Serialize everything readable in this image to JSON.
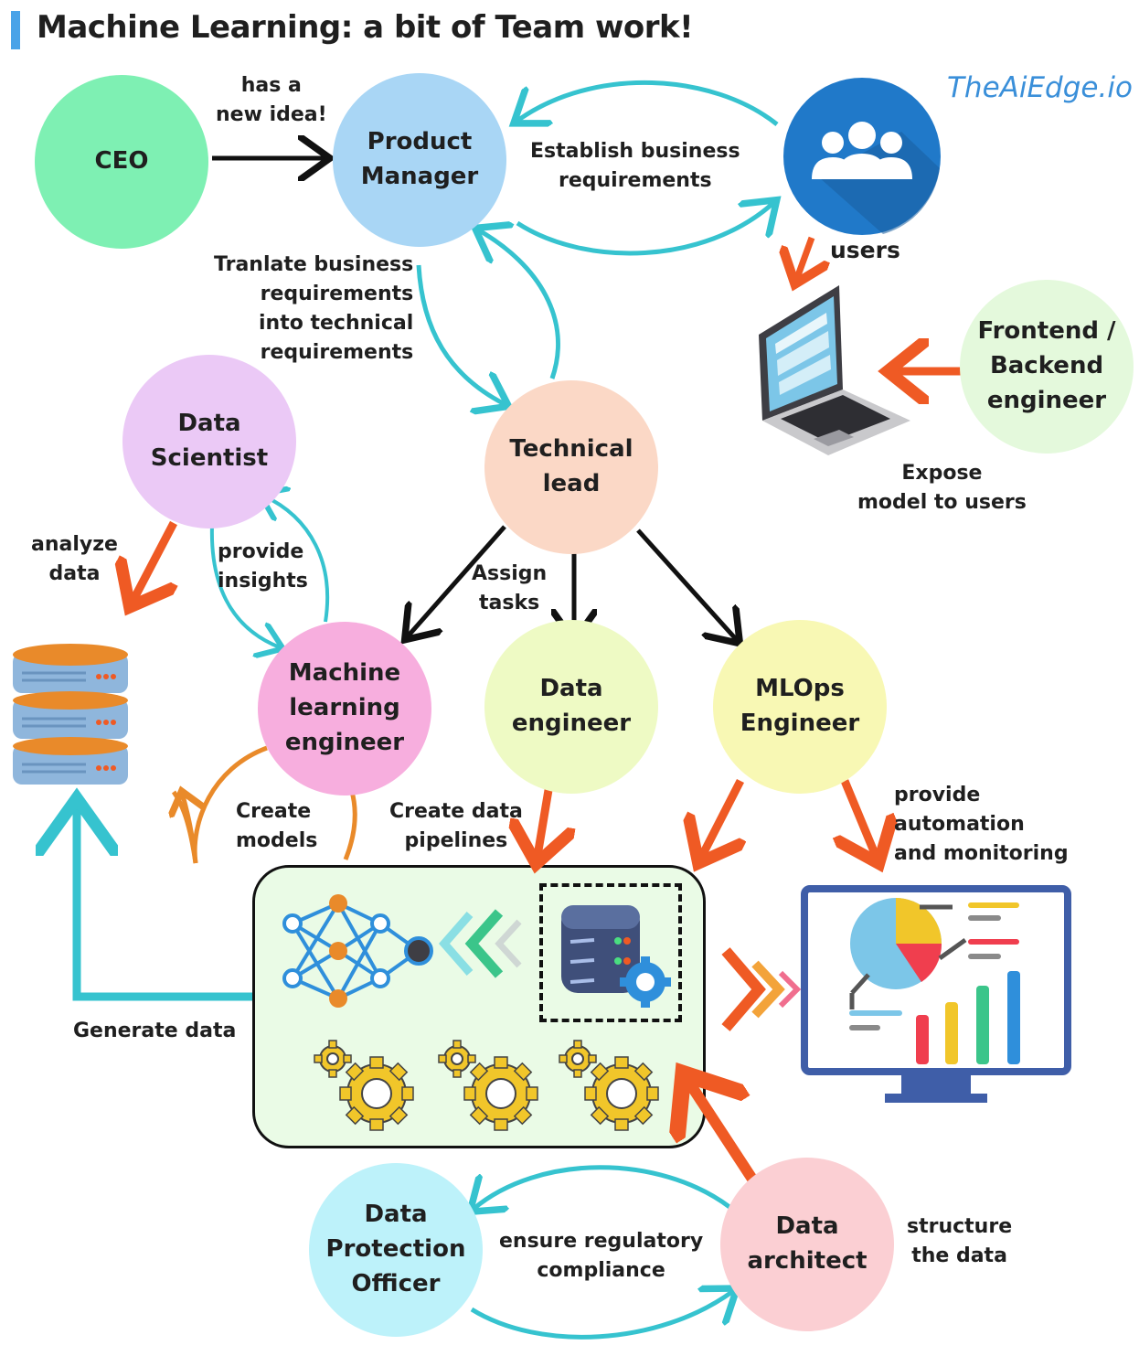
{
  "title": "Machine Learning: a bit of Team work!",
  "brand": "TheAiEdge.io",
  "colors": {
    "cyan_arrow": "#36c3cf",
    "orange_arrow": "#ef5a24",
    "black_arrow": "#111111",
    "ml_box": "#eafbe6",
    "ceo": "#7ef0b3",
    "product_manager": "#a9d6f5",
    "technical_lead": "#fbd8c6",
    "data_scientist": "#ebc9f6",
    "ml_engineer": "#f7aede",
    "data_engineer": "#eefac4",
    "mlops_engineer": "#f8f8b4",
    "frontend_backend": "#e4f9dc",
    "data_protection": "#bdf2fa",
    "data_architect": "#fbcfd3"
  },
  "nodes": {
    "ceo": "CEO",
    "product_manager": "Product\nManager",
    "technical_lead": "Technical\nlead",
    "data_scientist": "Data\nScientist",
    "ml_engineer": "Machine\nlearning\nengineer",
    "data_engineer": "Data\nengineer",
    "mlops_engineer": "MLOps\nEngineer",
    "frontend_backend": "Frontend /\nBackend\nengineer",
    "data_protection": "Data\nProtection\nOfficer",
    "data_architect": "Data\narchitect"
  },
  "labels": {
    "has_idea": "has a\nnew idea!",
    "establish": "Establish business\nrequirements",
    "users": "users",
    "translate": "Tranlate business\nrequirements\ninto technical\nrequirements",
    "expose": "Expose\nmodel to users",
    "analyze": "analyze\ndata",
    "insights": "provide\ninsights",
    "assign": "Assign\ntasks",
    "create_models": "Create\nmodels",
    "pipelines": "Create data\npipelines",
    "automation": "provide\nautomation\nand monitoring",
    "generate": "Generate data",
    "compliance": "ensure regulatory\ncompliance",
    "structure": "structure\nthe data"
  },
  "icons": [
    "users-icon",
    "laptop-icon",
    "database-icon",
    "neural-network-icon",
    "server-gear-icon",
    "gears-icon",
    "dashboard-monitor-icon",
    "chevrons-icon"
  ]
}
